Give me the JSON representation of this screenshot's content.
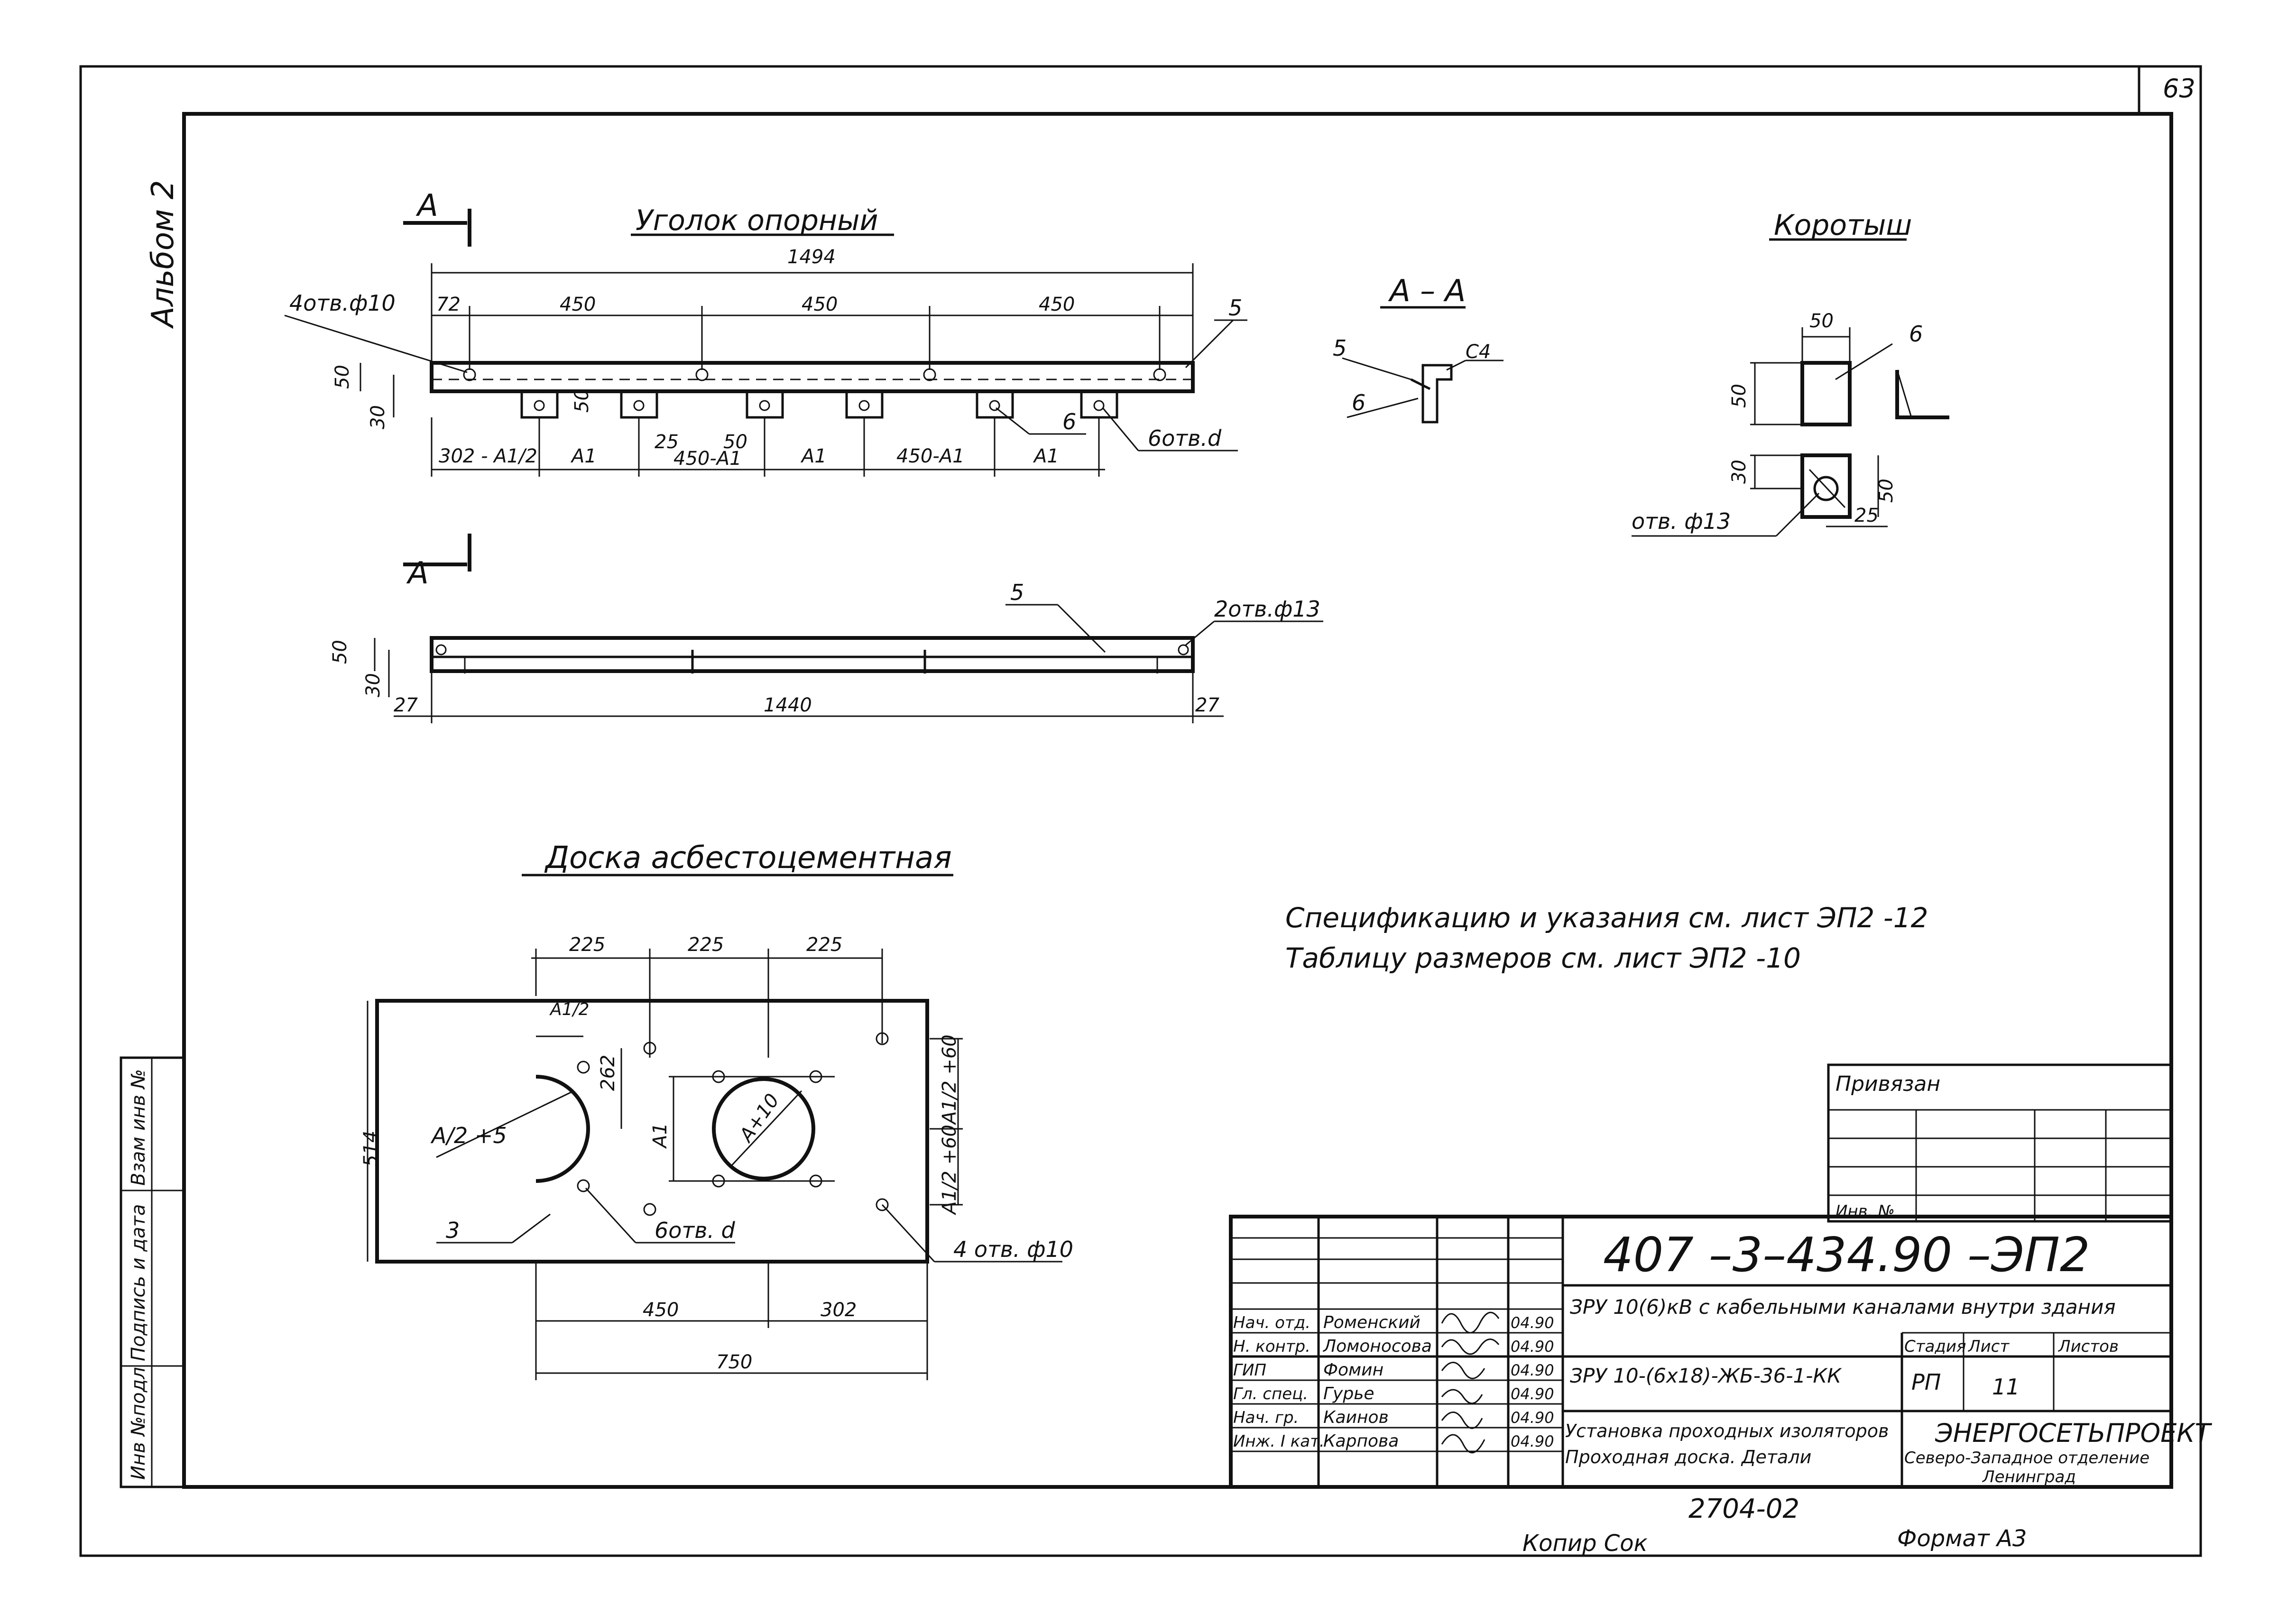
{
  "page_number": "63",
  "album_label": "Альбом 2",
  "left_strip": [
    "Инв №подл",
    "Подпись и дата",
    "Взам инв №"
  ],
  "angle_support": {
    "title": "Уголок опорный",
    "section_marker": "А",
    "overall": "1494",
    "holes_label": "4отв.ф10",
    "top_dims": [
      "72",
      "450",
      "450",
      "450"
    ],
    "left_dims": [
      "50",
      "30"
    ],
    "mid_dims": [
      "50",
      "25",
      "50"
    ],
    "bottom_dims": [
      "302 - А1/2",
      "А1",
      "450-А1",
      "А1",
      "450-А1",
      "А1"
    ],
    "callouts": [
      "5",
      "6",
      "6отв.d"
    ]
  },
  "section_aa": {
    "title": "А – А",
    "labels": [
      "5",
      "6",
      "С4"
    ]
  },
  "short_piece": {
    "title": "Коротыш",
    "dims": [
      "50",
      "50",
      "30",
      "50",
      "25"
    ],
    "callout": "6",
    "hole_label": "отв. ф13"
  },
  "angle_view2": {
    "section_marker": "А",
    "left_dims": [
      "50",
      "30"
    ],
    "bottom_dims": [
      "27",
      "1440",
      "27"
    ],
    "callouts": [
      "5",
      "2отв.ф13"
    ]
  },
  "board": {
    "title": "Доска асбестоцементная",
    "top_dims": [
      "225",
      "225",
      "225"
    ],
    "height": "514",
    "inner_dims": [
      "А1/2",
      "262",
      "А1",
      "А+10"
    ],
    "right_dims": [
      "А1/2 +60",
      "А1/2 +60"
    ],
    "left_callout": "А/2 +5",
    "callouts": [
      "3",
      "6отв. d",
      "4 отв. ф10"
    ],
    "bottom_dims": [
      "450",
      "302",
      "750"
    ]
  },
  "notes": [
    "Спецификацию и указания см. лист ЭП2 -12",
    "Таблицу размеров см. лист ЭП2 -10"
  ],
  "title_block": {
    "privyazan": "Привязан",
    "inv_no": "Инв. №",
    "code": "407 –3–434.90 –ЭП2",
    "project": "ЗРУ 10(6)кВ с кабельными каналами внутри здания",
    "subproject": "ЗРУ 10-(6х18)-ЖБ-36-1-КК",
    "drawing_title": [
      "Установка проходных изоляторов",
      "Проходная доска. Детали"
    ],
    "stage_header": [
      "Стадия",
      "Лист",
      "Листов"
    ],
    "stage_values": [
      "РП",
      "11",
      ""
    ],
    "org": [
      "ЭНЕРГОСЕТЬПРОЕКТ",
      "Северо-Западное отделение",
      "Ленинград"
    ],
    "staff": [
      {
        "role": "Нач. отд.",
        "name": "Роменский",
        "date": "04.90"
      },
      {
        "role": "Н. контр.",
        "name": "Ломоносова",
        "date": "04.90"
      },
      {
        "role": "ГИП",
        "name": "Фомин",
        "date": "04.90"
      },
      {
        "role": "Гл. спец.",
        "name": "Гурье",
        "date": "04.90"
      },
      {
        "role": "Нач. гр.",
        "name": "Каинов",
        "date": "04.90"
      },
      {
        "role": "Инж. I кат.",
        "name": "Карпова",
        "date": "04.90"
      }
    ]
  },
  "footer": {
    "number": "2704-02",
    "copied": "Копир Сок",
    "format": "Формат А3"
  }
}
